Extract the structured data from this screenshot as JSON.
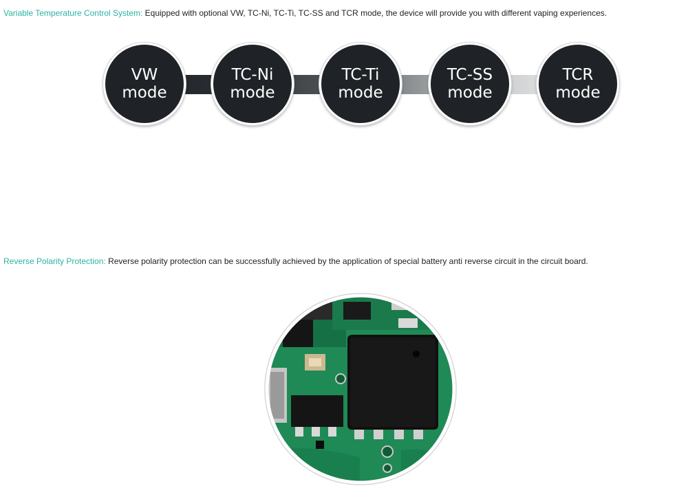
{
  "sections": {
    "temperature": {
      "lead": "Variable Temperature Control System:",
      "text": " Equipped with optional VW, TC-Ni, TC-Ti, TC-SS and TCR mode, the device will provide you with different vaping experiences."
    },
    "polarity": {
      "lead": "Reverse Polarity Protection:",
      "text": " Reverse polarity protection can be successfully achieved by the application of special battery anti reverse circuit in the circuit board."
    }
  },
  "modes": [
    {
      "line1": "VW",
      "line2": "mode"
    },
    {
      "line1": "TC-Ni",
      "line2": "mode"
    },
    {
      "line1": "TC-Ti",
      "line2": "mode"
    },
    {
      "line1": "TC-SS",
      "line2": "mode"
    },
    {
      "line1": "TCR",
      "line2": "mode"
    }
  ],
  "colors": {
    "accent": "#2bb3a3",
    "circle": "#1f2327",
    "pcb_green": "#1f8a55"
  }
}
